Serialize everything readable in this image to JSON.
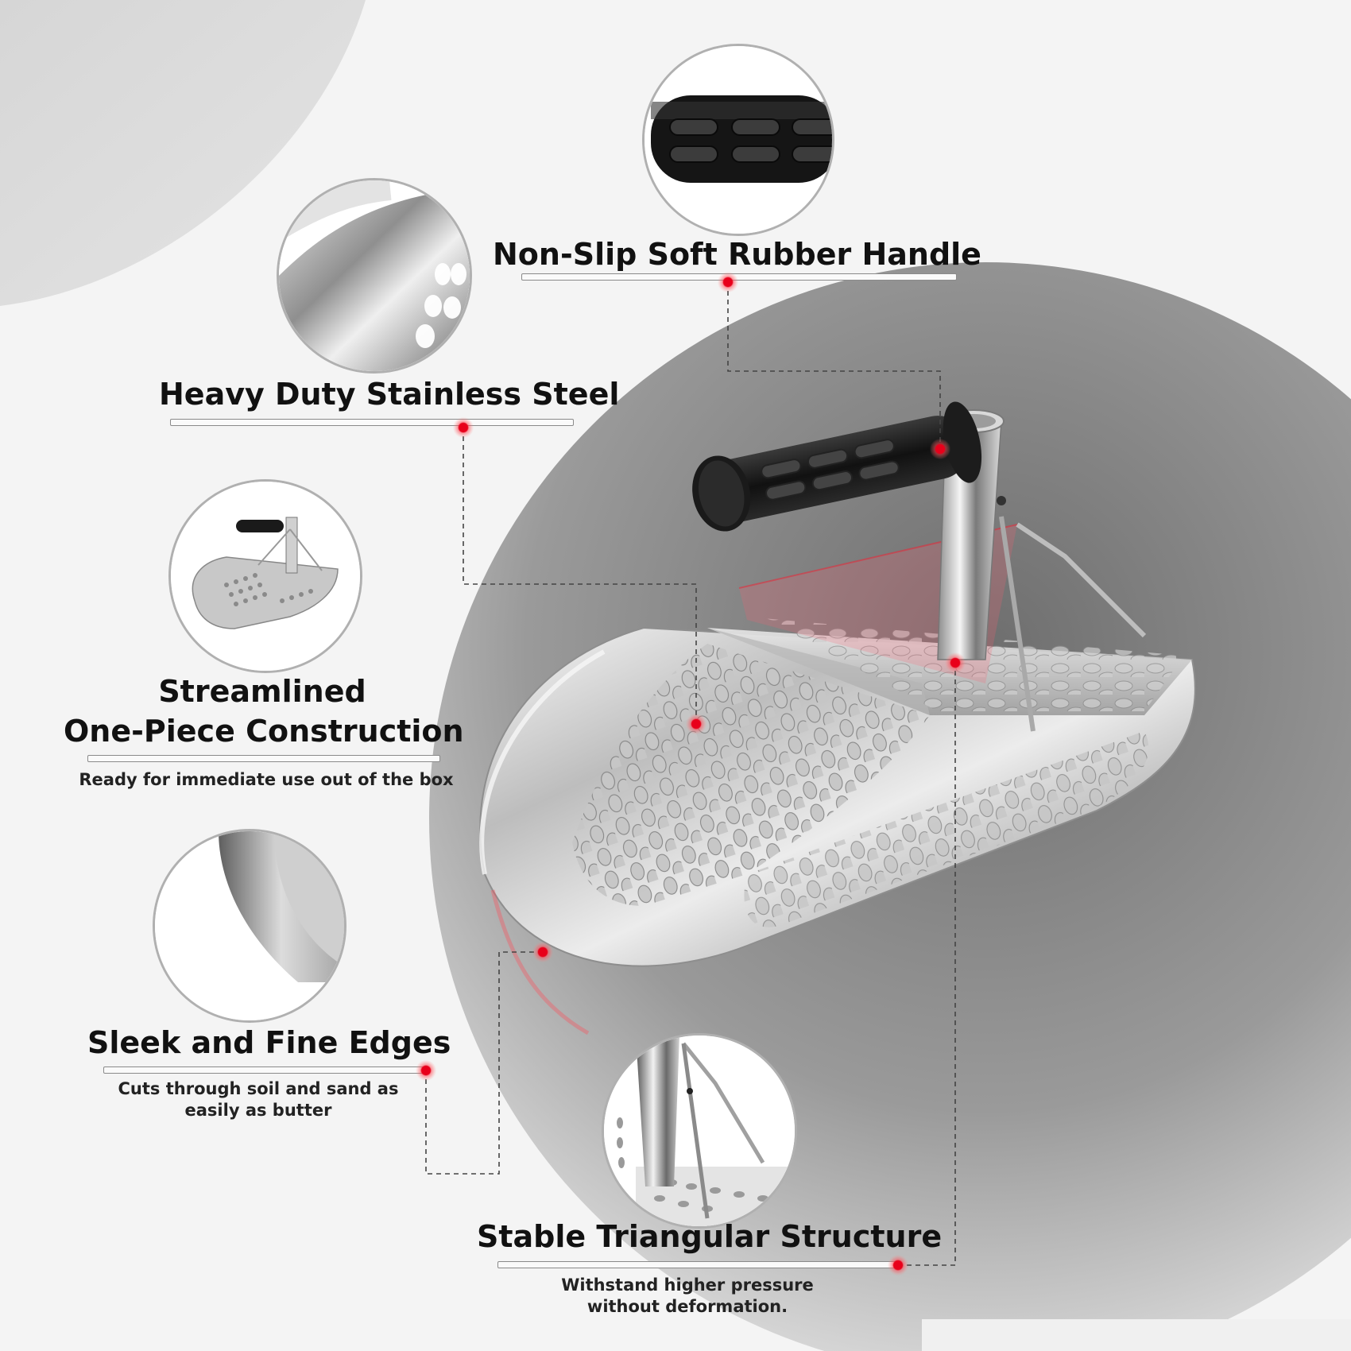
{
  "features": {
    "handle": {
      "title": "Non-Slip Soft Rubber Handle"
    },
    "steel": {
      "title": "Heavy Duty Stainless Steel"
    },
    "construction": {
      "title_line1": "Streamlined",
      "title_line2": "One-Piece Construction",
      "subtitle": "Ready for immediate use out of the box"
    },
    "edges": {
      "title": "Sleek and Fine Edges",
      "subtitle_line1": "Cuts through soil and sand as",
      "subtitle_line2": "easily as butter"
    },
    "structure": {
      "title": "Stable Triangular Structure",
      "subtitle_line1": "Withstand higher pressure",
      "subtitle_line2": "without deformation."
    }
  },
  "colors": {
    "accent_dot": "#e8001a",
    "background": "#f4f4f4",
    "backdrop": "#7a7a7a"
  },
  "icons": [
    "rubber-handle-closeup-icon",
    "steel-closeup-icon",
    "scoop-thumbnail-icon",
    "edge-closeup-icon",
    "triangle-structure-closeup-icon"
  ]
}
